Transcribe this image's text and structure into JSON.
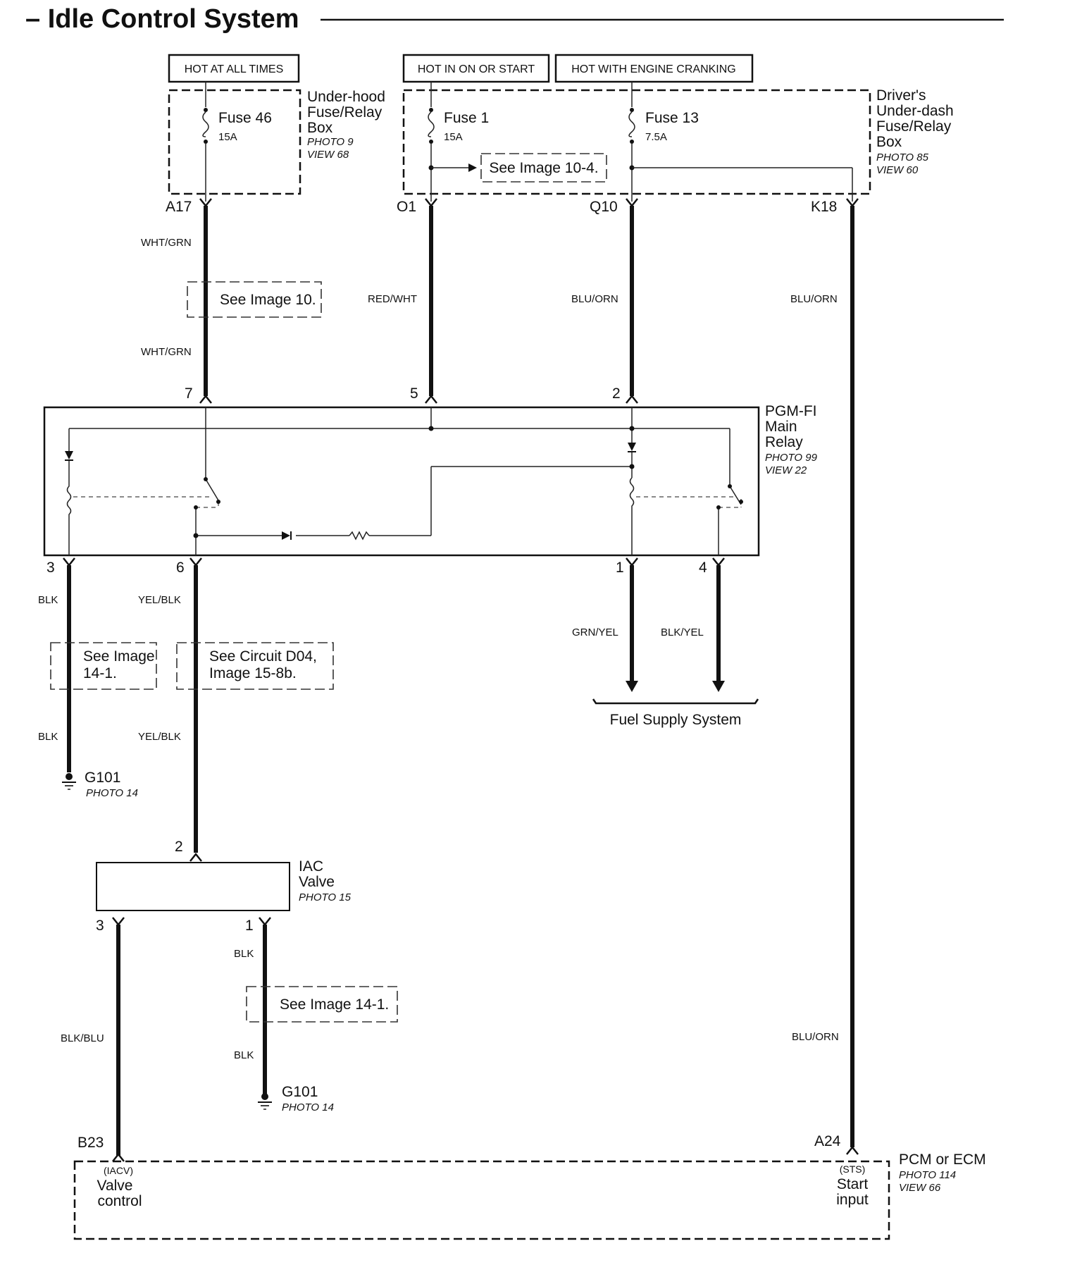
{
  "title": "– Idle Control System",
  "power": {
    "hot_all_times": "HOT AT ALL TIMES",
    "hot_on_start": "HOT IN ON OR START",
    "hot_cranking": "HOT WITH ENGINE CRANKING"
  },
  "underhood": {
    "line1": "Under-hood",
    "line2": "Fuse/Relay",
    "line3": "Box",
    "photo": "PHOTO 9",
    "view": "VIEW 68",
    "fuse_name": "Fuse 46",
    "fuse_rating": "15A"
  },
  "underdash": {
    "line1": "Driver's",
    "line2": "Under-dash",
    "line3": "Fuse/Relay",
    "line4": "Box",
    "photo": "PHOTO 85",
    "view": "VIEW 60",
    "fuse1_name": "Fuse 1",
    "fuse1_rating": "15A",
    "fuse13_name": "Fuse 13",
    "fuse13_rating": "7.5A",
    "see_ref": "See Image 10-4."
  },
  "connectors": {
    "a17": "A17",
    "o1": "O1",
    "q10": "Q10",
    "k18": "K18",
    "b23": "B23",
    "a24": "A24"
  },
  "wires": {
    "wht_grn_top": "WHT/GRN",
    "wht_grn_bottom": "WHT/GRN",
    "red_wht": "RED/WHT",
    "blu_orn_q10": "BLU/ORN",
    "blu_orn_k18": "BLU/ORN",
    "blk_pin3_top": "BLK",
    "blk_pin3_bottom": "BLK",
    "yel_blk_top": "YEL/BLK",
    "yel_blk_bottom": "YEL/BLK",
    "grn_yel": "GRN/YEL",
    "blk_yel": "BLK/YEL",
    "blk_iac_top": "BLK",
    "blk_iac_bottom": "BLK",
    "blk_blu": "BLK/BLU",
    "blu_orn_lower": "BLU/ORN"
  },
  "refs": {
    "see_image_10": "See Image 10.",
    "see_image_14_1_line1": "See Image",
    "see_image_14_1_line2": "14-1.",
    "see_circuit_line1": "See Circuit D04,",
    "see_circuit_line2": "Image 15-8b.",
    "see_image_14_1b": "See Image 14-1."
  },
  "relay": {
    "line1": "PGM-FI",
    "line2": "Main",
    "line3": "Relay",
    "photo": "PHOTO 99",
    "view": "VIEW 22",
    "pin7": "7",
    "pin5": "5",
    "pin2": "2",
    "pin3": "3",
    "pin6": "6",
    "pin1": "1",
    "pin4": "4"
  },
  "fuel_supply": "Fuel Supply System",
  "grounds": {
    "g1_name": "G101",
    "g1_photo": "PHOTO 14",
    "g2_name": "G101",
    "g2_photo": "PHOTO 14"
  },
  "iac": {
    "line1": "IAC",
    "line2": "Valve",
    "photo": "PHOTO 15",
    "pin2": "2",
    "pin3": "3",
    "pin1": "1"
  },
  "pcm": {
    "title": "PCM or ECM",
    "photo": "PHOTO 114",
    "view": "VIEW 66",
    "iacv_code": "(IACV)",
    "iacv_line1": "Valve",
    "iacv_line2": "control",
    "sts_code": "(STS)",
    "sts_line1": "Start",
    "sts_line2": "input"
  }
}
